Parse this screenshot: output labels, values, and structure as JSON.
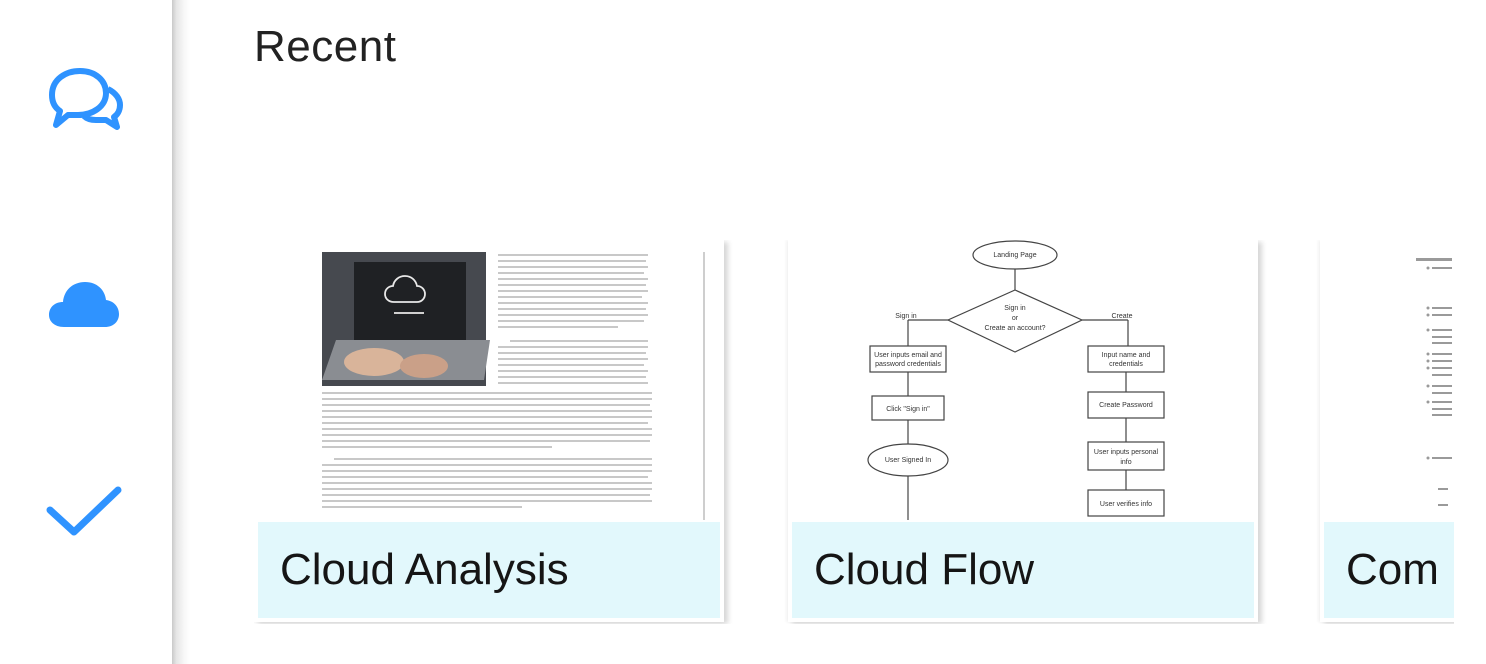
{
  "sidebar": {
    "items": [
      {
        "icon": "chat-bubbles-icon",
        "label": ""
      },
      {
        "icon": "cloud-icon",
        "label": ""
      },
      {
        "icon": "checkmark-icon",
        "label": ""
      }
    ],
    "accent_color": "#2f93ff"
  },
  "main": {
    "section_title": "Recent",
    "label_background": "#e2f8fc",
    "cards": [
      {
        "title": "Cloud Analysis",
        "thumbnail": "document-with-laptop-photo"
      },
      {
        "title": "Cloud Flow",
        "thumbnail": "flowchart",
        "flowchart": {
          "start": "Landing Page",
          "decision": [
            "Sign in",
            "or",
            "Create an account?"
          ],
          "left_branch_label": "Sign in",
          "right_branch_label": "Create",
          "left_steps": [
            "User inputs email and",
            "password credentials",
            "Click \"Sign in\"",
            "User Signed In"
          ],
          "right_steps": [
            "Input name and",
            "credentials",
            "Create Password",
            "User inputs personal",
            "info",
            "User verifies info"
          ]
        }
      },
      {
        "title": "Com",
        "thumbnail": "bulleted-document"
      }
    ]
  }
}
